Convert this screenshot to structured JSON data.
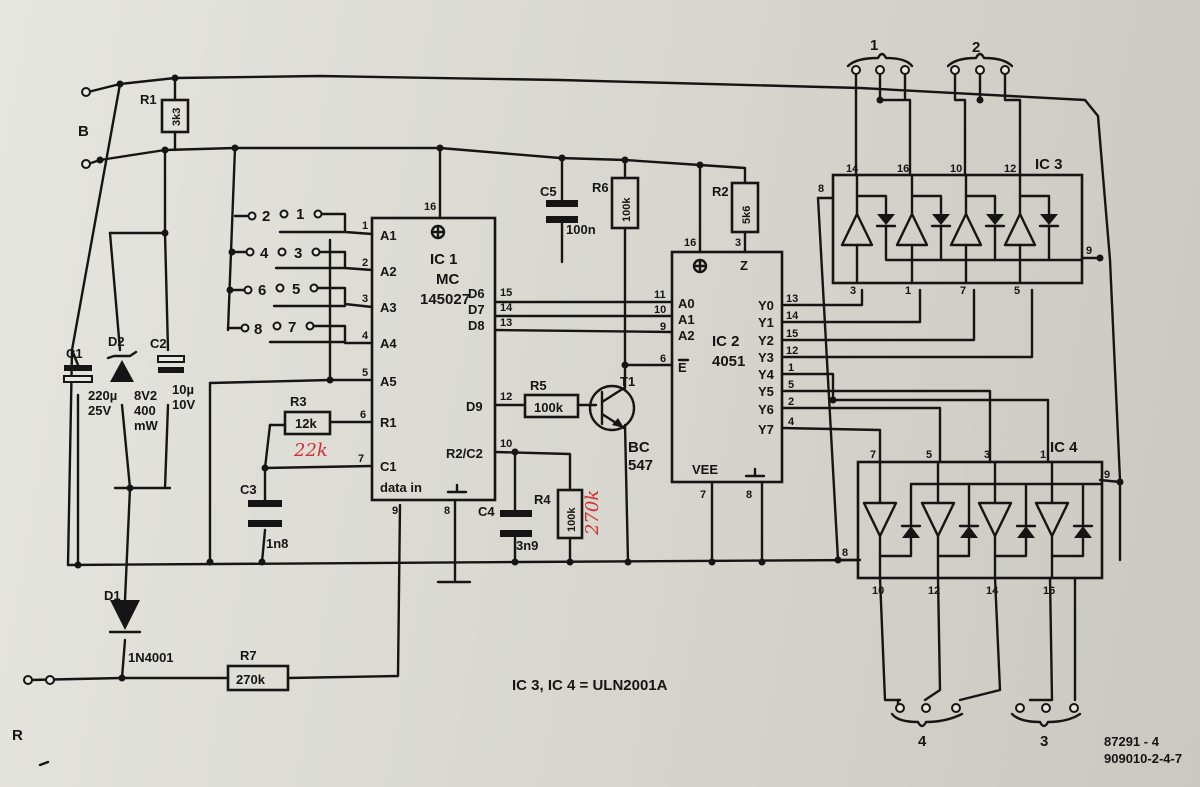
{
  "terminals": {
    "B": "B",
    "R": "R"
  },
  "outputs": {
    "o1": "1",
    "o2": "2",
    "o3": "3",
    "o4": "4"
  },
  "switch_pins": [
    "1",
    "2",
    "3",
    "4",
    "5",
    "6",
    "7",
    "8"
  ],
  "components": {
    "R1": {
      "ref": "R1",
      "value": "3k3"
    },
    "R2": {
      "ref": "R2",
      "value": "5k6"
    },
    "R3": {
      "ref": "R3",
      "value": "12k",
      "note": "22k"
    },
    "R4": {
      "ref": "R4",
      "value": "100k",
      "note": "270k"
    },
    "R5": {
      "ref": "R5",
      "value": "100k"
    },
    "R6": {
      "ref": "R6",
      "value": "100k"
    },
    "R7": {
      "ref": "R7",
      "value": "270k"
    },
    "C1": {
      "ref": "C1",
      "v1": "220µ",
      "v2": "25V"
    },
    "C2": {
      "ref": "C2",
      "v1": "10µ",
      "v2": "10V"
    },
    "C3": {
      "ref": "C3",
      "value": "1n8"
    },
    "C4": {
      "ref": "C4",
      "value": "3n9"
    },
    "C5": {
      "ref": "C5",
      "value": "100n"
    },
    "D1": {
      "ref": "D1",
      "value": "1N4001"
    },
    "D2": {
      "ref": "D2",
      "v1": "8V2",
      "v2": "400",
      "v3": "mW"
    },
    "T1": {
      "ref": "T1",
      "v1": "BC",
      "v2": "547"
    }
  },
  "ic1": {
    "ref": "IC 1",
    "name1": "MC",
    "name2": "145027",
    "pins_left": [
      "A1",
      "A2",
      "A3",
      "A4",
      "A5",
      "R1",
      "C1"
    ],
    "pin_nums_left": [
      "1",
      "2",
      "3",
      "4",
      "5",
      "6",
      "7"
    ],
    "pins_right": [
      "D6",
      "D7",
      "D8",
      "D9",
      "R2/C2"
    ],
    "pin_nums_right": [
      "15",
      "14",
      "13",
      "12",
      "10"
    ],
    "data_in": "data in",
    "pin_vcc": "16",
    "pin_data": "9",
    "pin_gnd": "8"
  },
  "ic2": {
    "ref": "IC 2",
    "name": "4051",
    "pins_left": [
      "A0",
      "A1",
      "A2",
      "E"
    ],
    "pin_nums_left": [
      "11",
      "10",
      "9",
      "6"
    ],
    "pins_right": [
      "Y0",
      "Y1",
      "Y2",
      "Y3",
      "Y4",
      "Y5",
      "Y6",
      "Y7"
    ],
    "pin_nums_right": [
      "13",
      "14",
      "15",
      "12",
      "1",
      "5",
      "2",
      "4"
    ],
    "z": "Z",
    "vee": "VEE",
    "pin_vcc": "16",
    "pin_z": "3",
    "pin_vee": "7",
    "pin_gnd": "8"
  },
  "ic3": {
    "ref": "IC 3",
    "top_pins": [
      "14",
      "16",
      "10",
      "12"
    ],
    "bottom_pins": [
      "3",
      "1",
      "7",
      "5"
    ],
    "pin_gnd": "8",
    "pin_com": "9"
  },
  "ic4": {
    "ref": "IC 4",
    "top_pins": [
      "7",
      "5",
      "3",
      "1"
    ],
    "bottom_pins": [
      "10",
      "12",
      "14",
      "16"
    ],
    "pin_gnd": "8",
    "pin_com": "9"
  },
  "note": "IC 3, IC 4 = ULN2001A",
  "codes": {
    "code1": "87291 - 4",
    "code2": "909010-2-4-7"
  }
}
